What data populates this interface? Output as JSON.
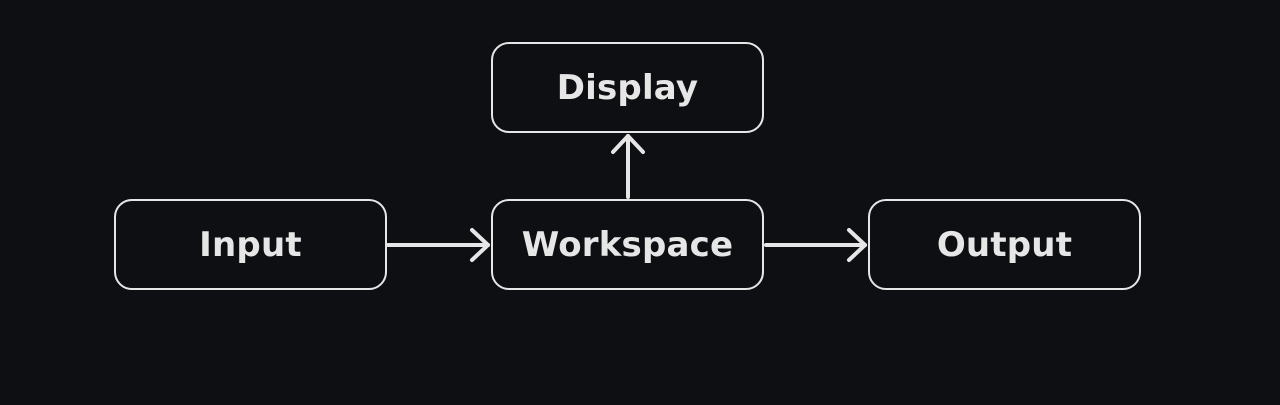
{
  "nodes": {
    "display": {
      "label": "Display"
    },
    "input": {
      "label": "Input"
    },
    "workspace": {
      "label": "Workspace"
    },
    "output": {
      "label": "Output"
    }
  },
  "edges": [
    {
      "from": "input",
      "to": "workspace"
    },
    {
      "from": "workspace",
      "to": "display"
    },
    {
      "from": "workspace",
      "to": "output"
    }
  ],
  "colors": {
    "background": "#0d0f12",
    "stroke": "#e6e6e6",
    "text": "#e6e6e6"
  }
}
